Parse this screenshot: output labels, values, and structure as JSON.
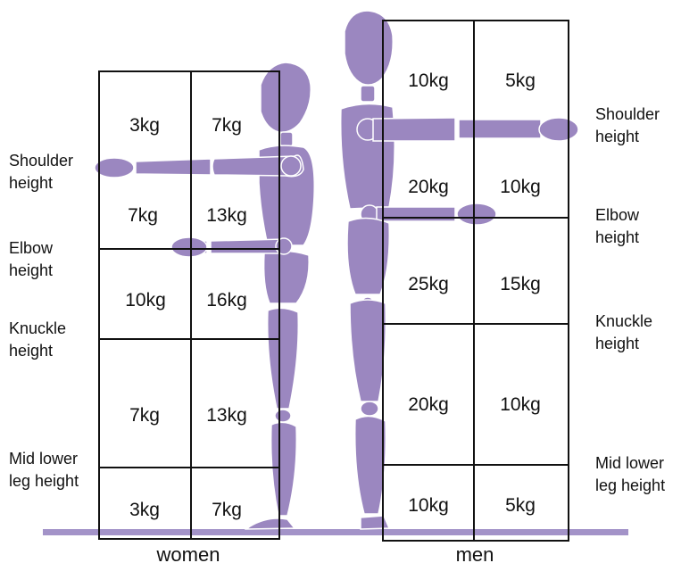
{
  "colors": {
    "figure": "#9B87C0",
    "figure_line": "#ffffff",
    "floor": "#A393C8",
    "grid": "#111111"
  },
  "women": {
    "caption": "women",
    "left_labels": {
      "shoulder": "Shoulder\nheight",
      "elbow": "Elbow\nheight",
      "knuckle": "Knuckle\nheight",
      "midlowerleg": "Mid lower\nleg height"
    },
    "cells": [
      [
        "3kg",
        "7kg"
      ],
      [
        "7kg",
        "13kg"
      ],
      [
        "10kg",
        "16kg"
      ],
      [
        "7kg",
        "13kg"
      ],
      [
        "3kg",
        "7kg"
      ]
    ]
  },
  "men": {
    "caption": "men",
    "right_labels": {
      "shoulder": "Shoulder\nheight",
      "elbow": "Elbow\nheight",
      "knuckle": "Knuckle\nheight",
      "midlowerleg": "Mid lower\nleg height"
    },
    "cells": [
      [
        "10kg",
        "5kg"
      ],
      [
        "20kg",
        "10kg"
      ],
      [
        "25kg",
        "15kg"
      ],
      [
        "20kg",
        "10kg"
      ],
      [
        "10kg",
        "5kg"
      ]
    ]
  }
}
